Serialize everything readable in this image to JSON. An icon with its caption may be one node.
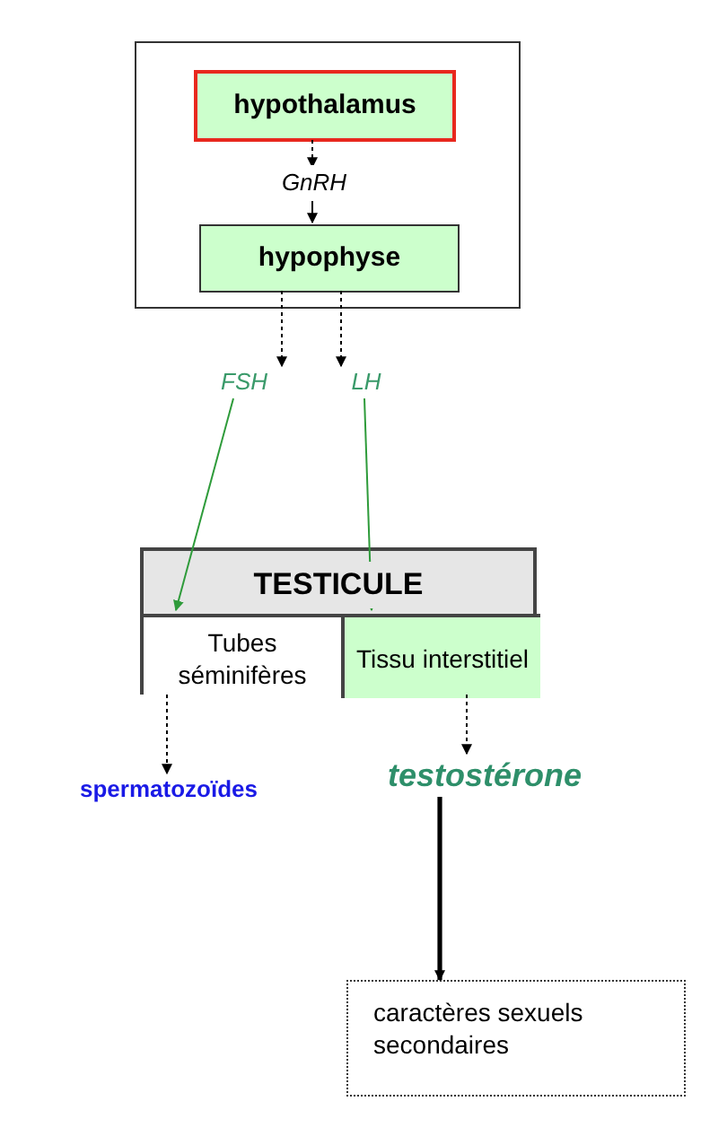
{
  "diagram": {
    "nodes": [
      {
        "text": [],
        "shape": "box"
      },
      {
        "text": [
          "hypothalamus"
        ],
        "in": 0
      },
      {
        "text": [
          "GnRH"
        ],
        "in": 0
      },
      {
        "text": [
          "hypophyse"
        ],
        "in": 0
      },
      {
        "text": [
          "FSH"
        ]
      },
      {
        "text": [
          "LH"
        ]
      },
      {
        "text": [
          "TESTICULE"
        ]
      },
      {
        "text": [
          "Tubes séminifères"
        ],
        "in": 6
      },
      {
        "text": [
          "Tissu interstitiel"
        ],
        "in": 6
      },
      {
        "text": [
          "spermatozoïdes"
        ]
      },
      {
        "text": [
          "testostérone"
        ]
      },
      {
        "text": [
          "caractères sexuels secondaires"
        ]
      }
    ],
    "edges": [
      {
        "from": 1,
        "to": 2,
        "arrow": "to",
        "style": "dashed"
      },
      {
        "from": 2,
        "to": 3,
        "arrow": "to"
      },
      {
        "from": 3,
        "to": 4,
        "arrow": "to",
        "style": "dashed"
      },
      {
        "from": 3,
        "to": 5,
        "arrow": "to",
        "style": "dashed"
      },
      {
        "from": 4,
        "to": 7,
        "arrow": "to",
        "color": "#2e9b3a"
      },
      {
        "from": 5,
        "to": 8,
        "arrow": "to",
        "color": "#2e9b3a"
      },
      {
        "from": 7,
        "to": 9,
        "arrow": "to",
        "style": "dashed"
      },
      {
        "from": 8,
        "to": 10,
        "arrow": "to",
        "style": "dashed"
      },
      {
        "from": 10,
        "to": 11,
        "arrow": "to",
        "style": "thick"
      }
    ]
  }
}
